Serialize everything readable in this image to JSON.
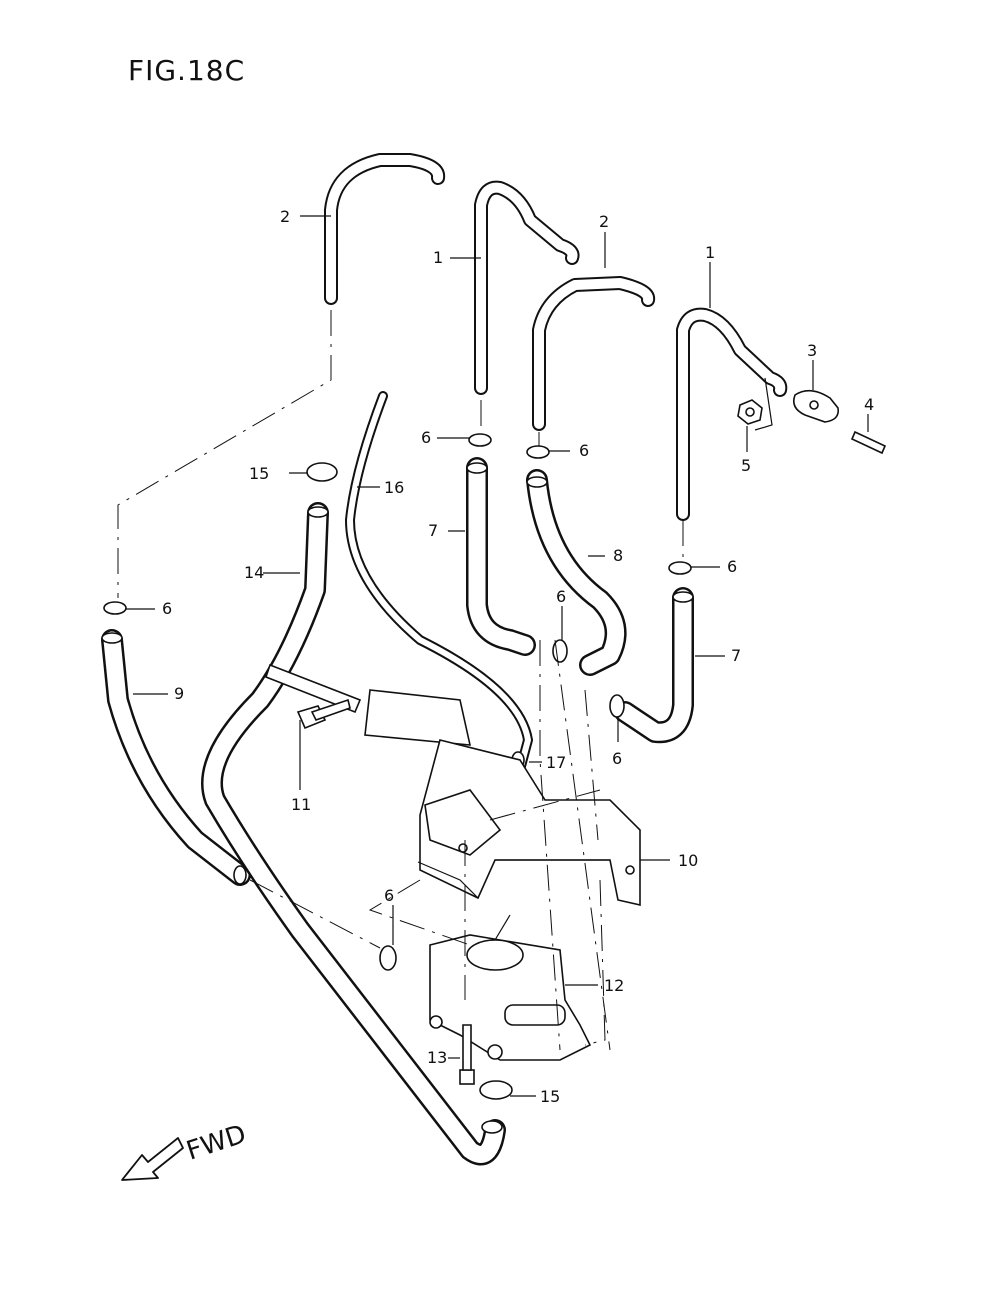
{
  "title": "FIG.18C",
  "direction_label": "FWD",
  "direction_icon": "forward-arrow-icon",
  "callouts": {
    "c1a": "1",
    "c1b": "1",
    "c2a": "2",
    "c2b": "2",
    "c3": "3",
    "c4": "4",
    "c5": "5",
    "c6a": "6",
    "c6b": "6",
    "c6c": "6",
    "c6d": "6",
    "c6e": "6",
    "c6f": "6",
    "c6g": "6",
    "c7a": "7",
    "c7b": "7",
    "c8": "8",
    "c9": "9",
    "c10": "10",
    "c11": "11",
    "c12": "12",
    "c13": "13",
    "c14": "14",
    "c15a": "15",
    "c15b": "15",
    "c16": "16",
    "c17": "17"
  }
}
